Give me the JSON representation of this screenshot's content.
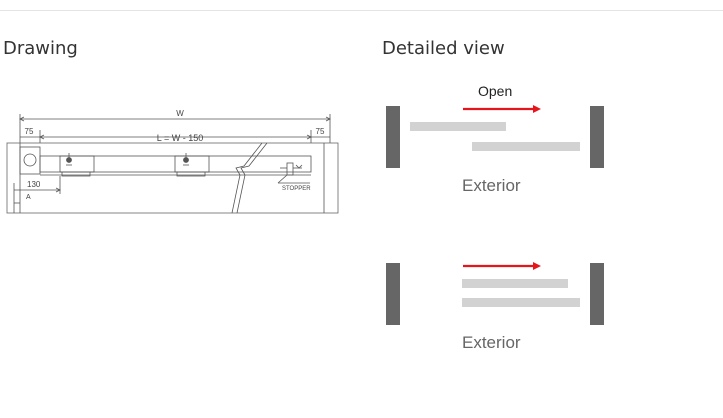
{
  "titles": {
    "drawing": "Drawing",
    "detail": "Detailed view"
  },
  "drawing": {
    "dim_w": "W",
    "dim_left": "75",
    "dim_right": "75",
    "dim_length": "L = W - 150",
    "dim_130": "130",
    "dim_a": "A",
    "stopper": "STOPPER"
  },
  "detail": {
    "open_label": "Open",
    "exterior_label_1": "Exterior",
    "exterior_label_2": "Exterior"
  },
  "colors": {
    "arrow": "#e5151b",
    "post": "#666666",
    "panel": "#d2d2d2",
    "line": "#555555"
  }
}
